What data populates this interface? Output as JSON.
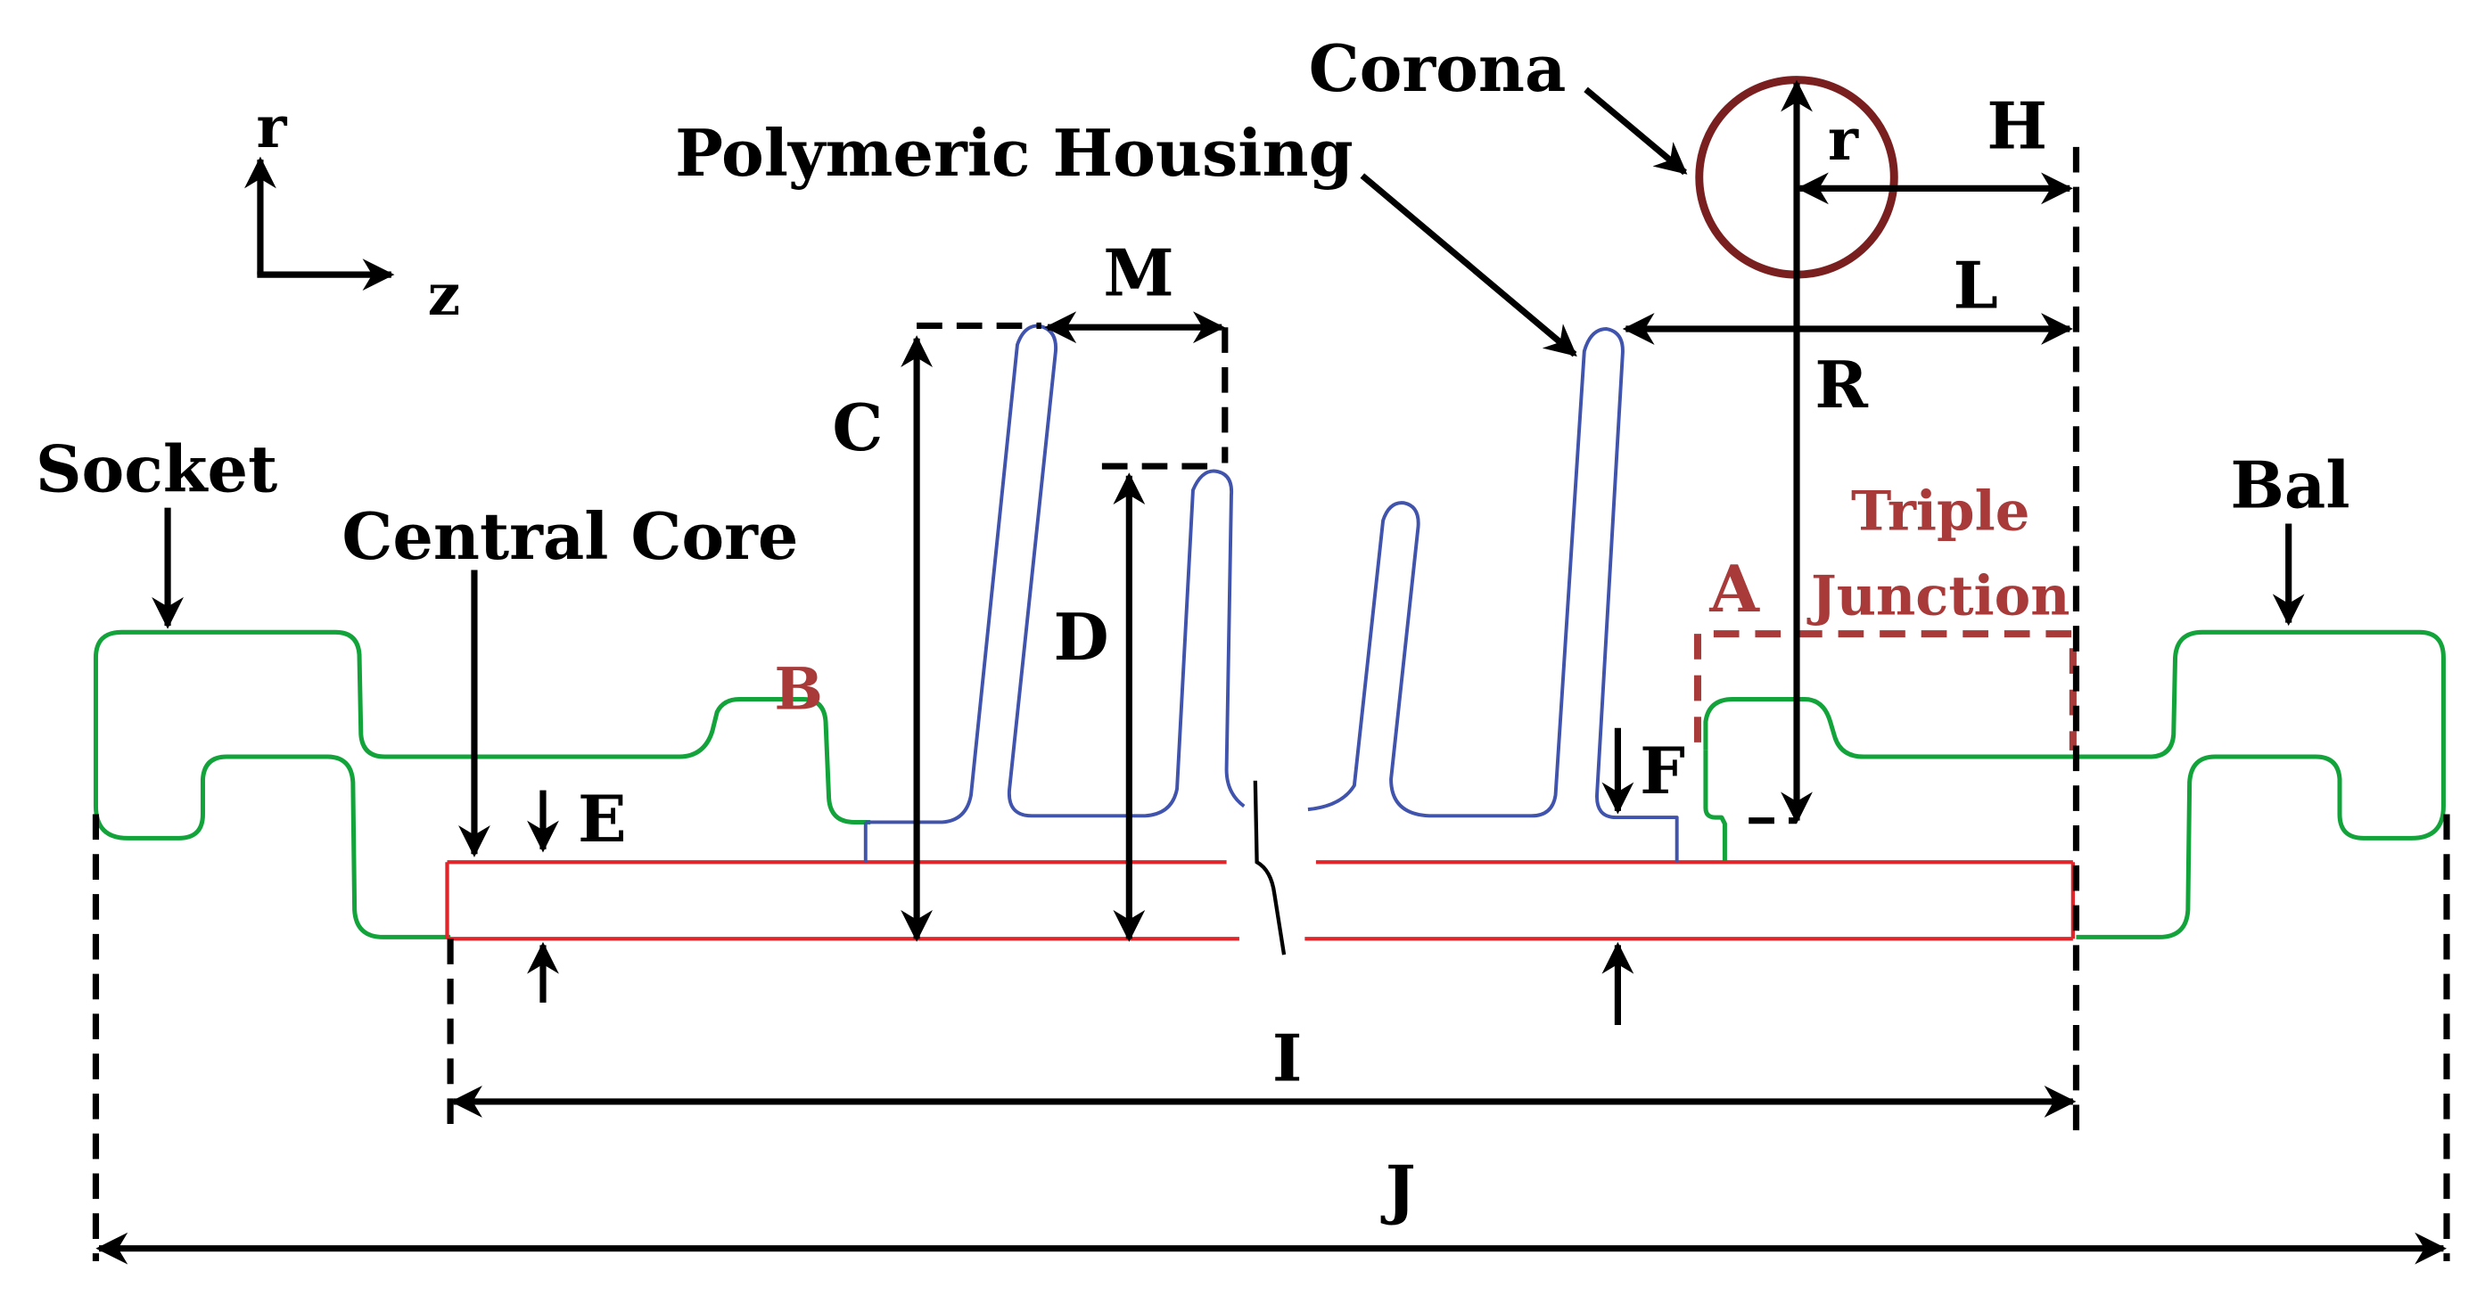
{
  "labels": {
    "axis_r": "r",
    "axis_z": "z",
    "corona": "Corona",
    "polymeric_housing": "Polymeric Housing",
    "socket": "Socket",
    "central_core": "Central Core",
    "bal": "Bal",
    "triple_junction_line1": "Triple",
    "triple_junction_line2": "Junction",
    "point_a": "A",
    "point_b": "B",
    "dim_c": "C",
    "dim_d": "D",
    "dim_e": "E",
    "dim_f": "F",
    "dim_h": "H",
    "dim_i": "I",
    "dim_j": "J",
    "dim_l": "L",
    "dim_m": "M",
    "dim_r_big": "R",
    "dim_r_small": "r"
  },
  "colors": {
    "fitting": "#12a33a",
    "core": "#e0262b",
    "housing": "#4053ad",
    "highlight": "#a83a3a",
    "corona_ring": "#7a1f1f",
    "annotation": "#000000"
  }
}
